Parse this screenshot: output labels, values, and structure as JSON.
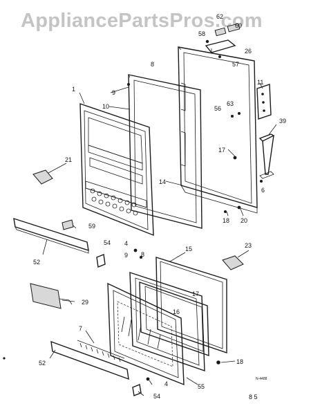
{
  "watermark": "AppliancePartsPros.com",
  "diagram_id": "N-4488",
  "page_number": "8 5",
  "callouts": {
    "c62": "62",
    "c60": "60",
    "c58": "58",
    "c26": "26",
    "c57": "57",
    "c1": "1",
    "c9a": "9",
    "c10": "10",
    "c11": "11",
    "c56": "56",
    "c63": "63",
    "c39": "39",
    "c17a": "17",
    "c14": "14",
    "c6": "6",
    "c21": "21",
    "c18a": "18",
    "c20": "20",
    "c59": "59",
    "c54a": "54",
    "c4a": "4",
    "c8": "8",
    "c15": "15",
    "c23": "23",
    "c52a": "52",
    "c9b": "9",
    "c17b": "17",
    "c16": "16",
    "c29": "29",
    "c7": "7",
    "c52b": "52",
    "c4b": "4",
    "c18b": "18",
    "c55": "55",
    "c54b": "54",
    "c8small": "8"
  }
}
